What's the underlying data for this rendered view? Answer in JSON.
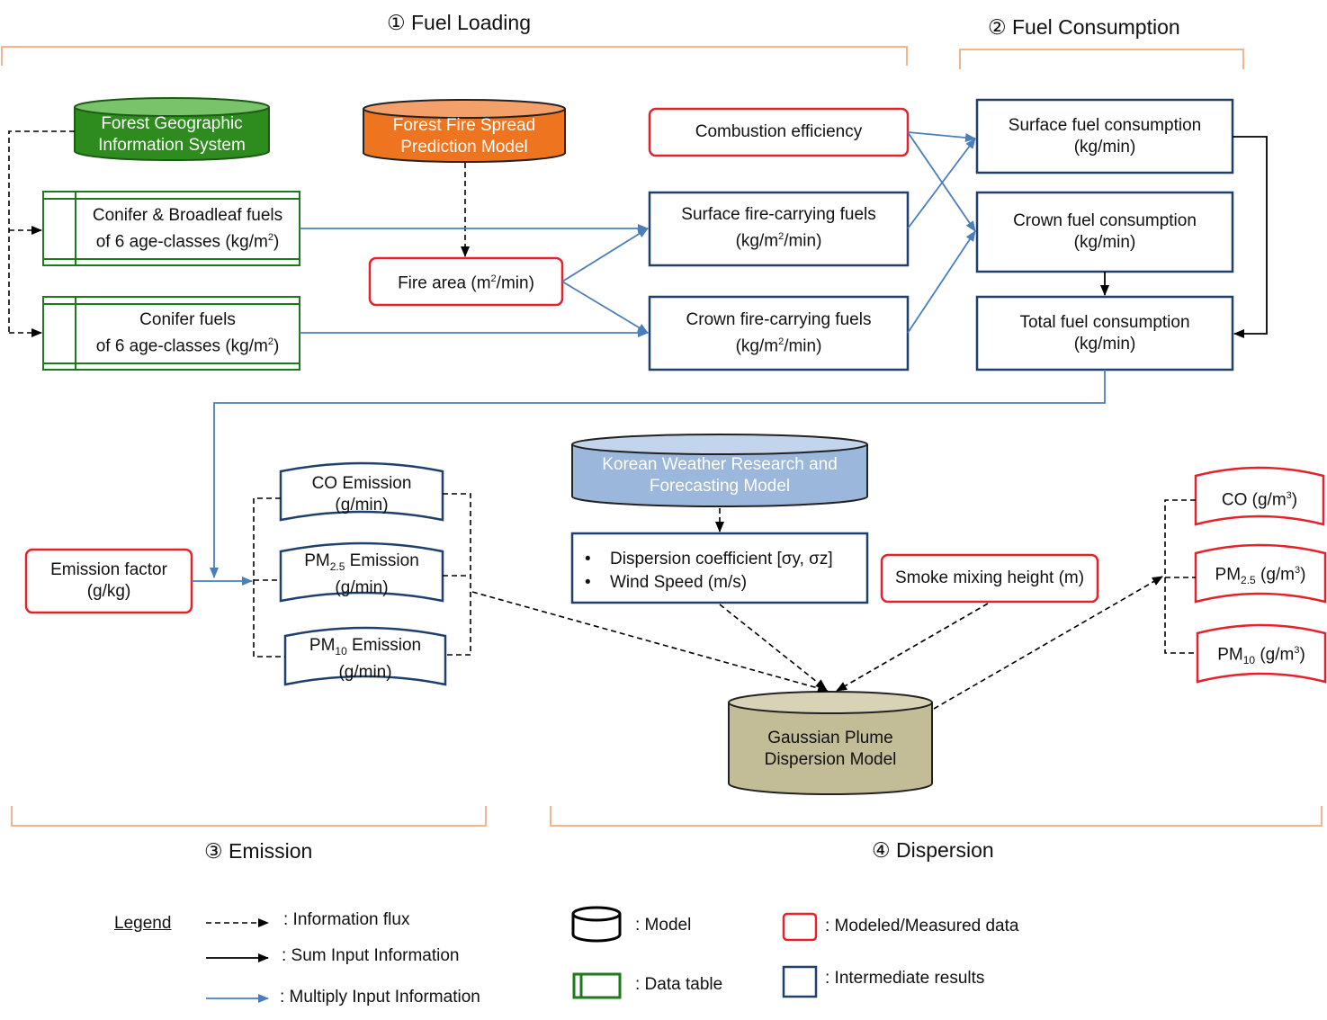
{
  "sections": {
    "fuel_loading": "① Fuel Loading",
    "fuel_consumption": "② Fuel Consumption",
    "emission": "③ Emission",
    "dispersion": "④ Dispersion"
  },
  "models": {
    "fgis": [
      "Forest Geographic",
      "Information System"
    ],
    "ffspm": [
      "Forest Fire Spread",
      "Prediction Model"
    ],
    "kwrf": [
      "Korean Weather Research and",
      "Forecasting Model"
    ],
    "gpdm": [
      "Gaussian Plume",
      "Dispersion Model"
    ]
  },
  "data_tables": {
    "conifer_broadleaf": [
      "Conifer & Broadleaf fuels",
      "of 6 age-classes (kg/m",
      "2",
      ")"
    ],
    "conifer": [
      "Conifer fuels",
      "of 6 age-classes (kg/m",
      "2",
      ")"
    ]
  },
  "nodes": {
    "fire_area": [
      "Fire area (m",
      "2",
      "/min)"
    ],
    "combustion_efficiency": "Combustion efficiency",
    "surface_fire_fuels": [
      "Surface fire-carrying fuels",
      "(kg/m",
      "2",
      "/min)"
    ],
    "crown_fire_fuels": [
      "Crown fire-carrying fuels",
      "(kg/m",
      "2",
      "/min)"
    ],
    "surface_consumption": [
      "Surface fuel consumption",
      "(kg/min)"
    ],
    "crown_consumption": [
      "Crown fuel consumption",
      "(kg/min)"
    ],
    "total_consumption": [
      "Total fuel consumption",
      "(kg/min)"
    ],
    "emission_factor": [
      "Emission factor",
      "(g/kg)"
    ],
    "co_emission": [
      "CO Emission",
      "(g/min)"
    ],
    "pm25_emission": [
      "PM",
      "2.5",
      " Emission",
      "(g/min)"
    ],
    "pm10_emission": [
      "PM",
      "10",
      " Emission",
      "(g/min)"
    ],
    "dispersion_params": [
      "Dispersion coefficient [σy, σz]",
      "Wind Speed (m/s)"
    ],
    "bullet": "•",
    "smoke_mixing_height": "Smoke mixing height (m)",
    "co_conc": [
      "CO  (g/m",
      "3",
      ")"
    ],
    "pm25_conc": [
      "PM",
      "2.5",
      " (g/m",
      "3",
      ")"
    ],
    "pm10_conc": [
      "PM",
      "10",
      " (g/m",
      "3",
      ")"
    ]
  },
  "legend": {
    "title": "Legend",
    "information_flux": ": Information flux",
    "sum_input": ": Sum  Input Information",
    "multiply_input": ": Multiply  Input Information",
    "model": ": Model",
    "data_table": ": Data table",
    "modeled_measured": ": Modeled/Measured data",
    "intermediate": ": Intermediate results"
  },
  "colors": {
    "red_border": "#e8202a",
    "navy_border": "#1f3f6d",
    "green_border": "#1c7a1c",
    "green_fill": "#2e8b1e",
    "orange_fill": "#ee7420",
    "blue_fill": "#9bb7dc",
    "khaki_fill": "#c3bd97",
    "bracket": "#f2b48a",
    "arrow_blue": "#4a7ebb",
    "arrow_black": "#000000"
  }
}
